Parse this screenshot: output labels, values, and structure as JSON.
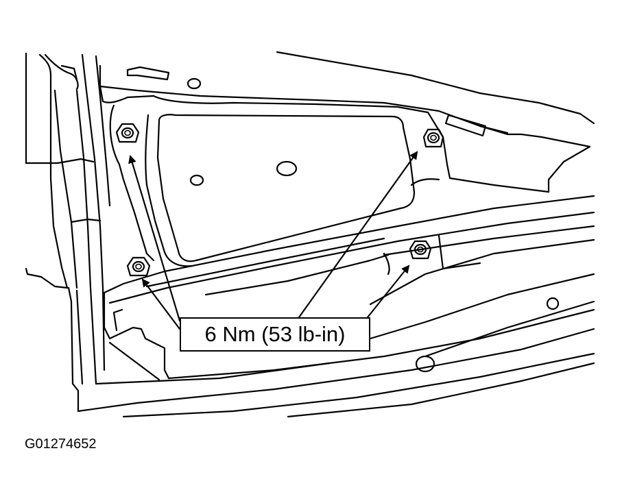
{
  "callout": {
    "torque_label": "6 Nm (53 lb-in)"
  },
  "figure": {
    "id": "G01274652"
  },
  "components": {
    "fasteners": [
      "upper-left-nut",
      "upper-right-nut",
      "lower-left-nut",
      "lower-right-nut"
    ]
  }
}
